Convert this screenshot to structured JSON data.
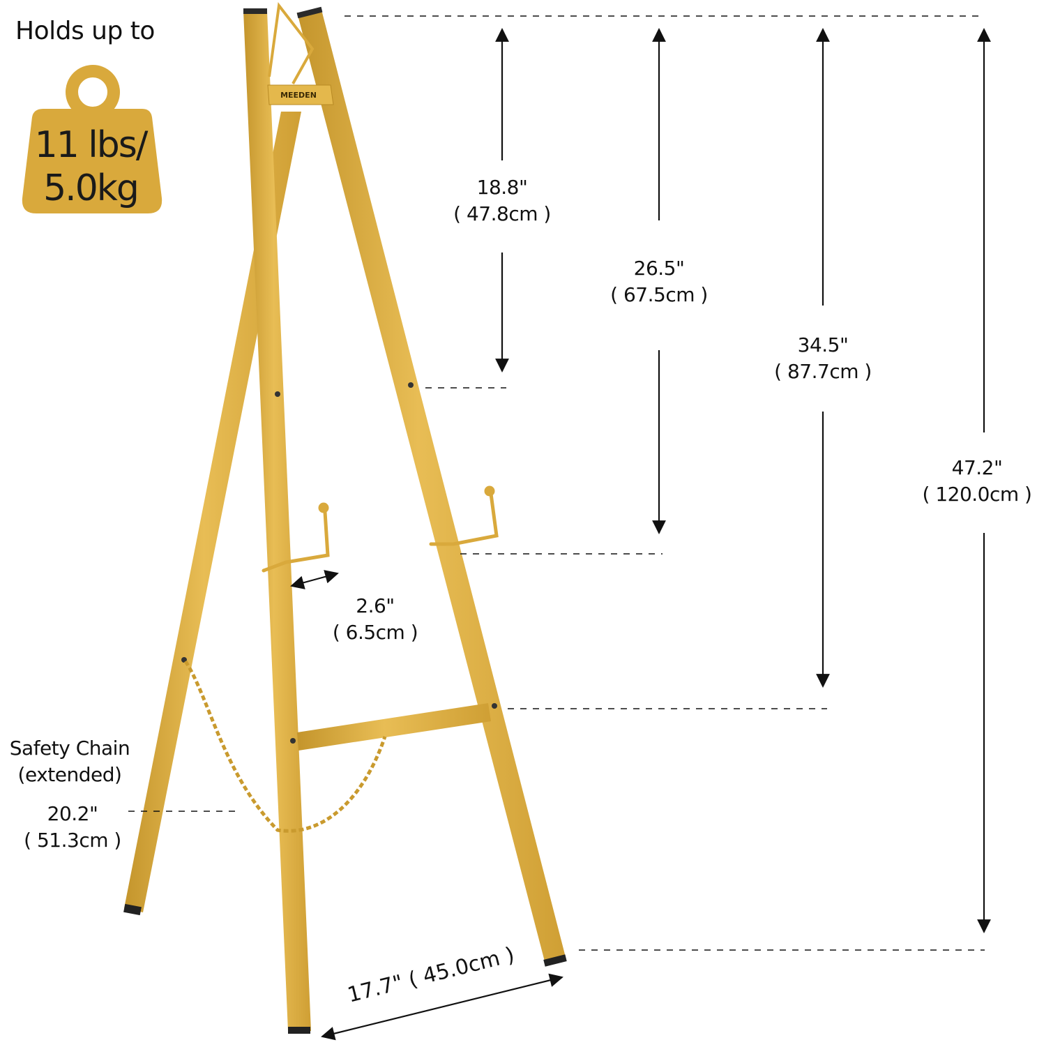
{
  "weight": {
    "title": "Holds up to",
    "line1": "11 lbs/",
    "line2": "5.0kg"
  },
  "brand": "MEEDEN",
  "dimensions": {
    "d1": {
      "in": "18.8\"",
      "cm": "( 47.8cm )"
    },
    "d2": {
      "in": "26.5\"",
      "cm": "( 67.5cm )"
    },
    "d3": {
      "in": "34.5\"",
      "cm": "( 87.7cm )"
    },
    "d4": {
      "in": "47.2\"",
      "cm": "( 120.0cm )"
    },
    "ledge": {
      "in": "2.6\"",
      "cm": "( 6.5cm )"
    },
    "chain": {
      "title": "Safety Chain",
      "sub": "(extended)",
      "in": "20.2\"",
      "cm": "( 51.3cm )"
    },
    "base": "17.7\" ( 45.0cm )"
  },
  "colors": {
    "gold": "#d9a93c",
    "gold_dark": "#b88a24",
    "gold_light": "#ecc35c",
    "line": "#111111"
  }
}
